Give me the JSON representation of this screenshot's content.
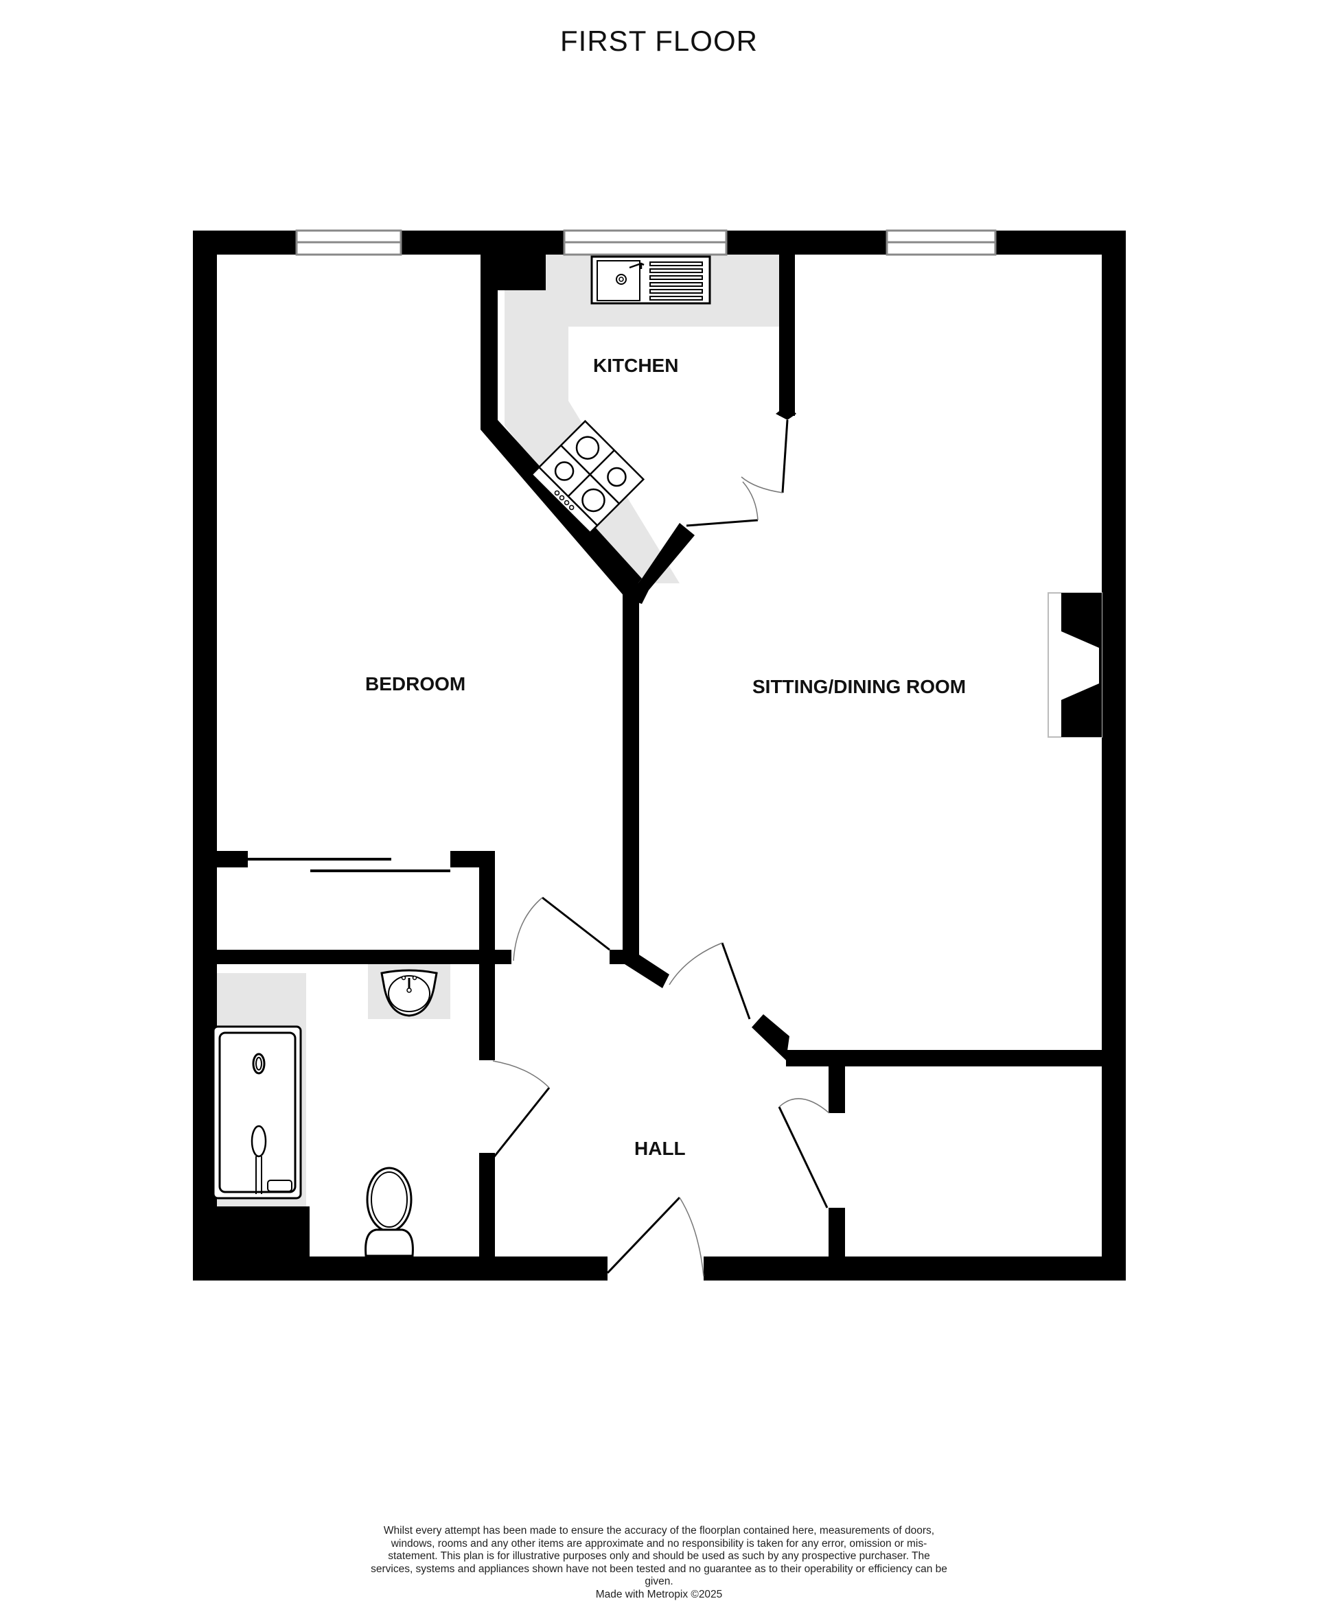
{
  "title": "FIRST FLOOR",
  "rooms": {
    "kitchen": "KITCHEN",
    "bedroom": "BEDROOM",
    "sitting_dining": "SITTING/DINING ROOM",
    "hall": "HALL"
  },
  "colors": {
    "wall": "#000000",
    "worktop": "#e6e6e6",
    "window_frame": "#888888",
    "background": "#ffffff"
  },
  "disclaimer": {
    "text": "Whilst every attempt has been made to ensure the accuracy of the floorplan contained here, measurements of doors, windows, rooms and any other items are approximate and no responsibility is taken for any error, omission or mis-statement. This plan is for illustrative purposes only and should be used as such by any prospective purchaser. The services, systems and appliances shown have not been tested and no guarantee as to their operability or efficiency can be given.",
    "credit": "Made with Metropix ©2025"
  }
}
